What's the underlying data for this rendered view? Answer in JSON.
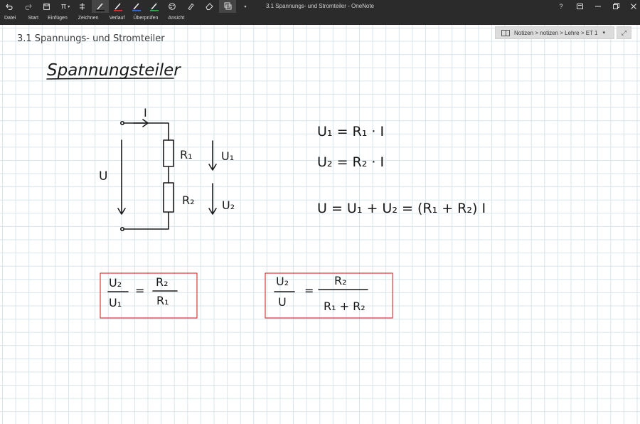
{
  "window": {
    "title": "3.1 Spannungs- und Stromteiler - OneNote"
  },
  "toolbar": {
    "quick_access": [
      {
        "icon": "undo-icon"
      },
      {
        "icon": "redo-icon"
      },
      {
        "icon": "save-icon"
      },
      {
        "icon": "math-pi-icon",
        "label": "π"
      },
      {
        "icon": "lasso-icon"
      }
    ],
    "pens": [
      {
        "name": "black-pen",
        "color": "#111111",
        "active": true
      },
      {
        "name": "red-pen",
        "color": "#e0322c",
        "active": false
      },
      {
        "name": "blue-pen",
        "color": "#2f6fe0",
        "active": false
      },
      {
        "name": "green-pen",
        "color": "#37b24d",
        "active": false
      },
      {
        "name": "highlighter",
        "color": "#f5e14b",
        "active": false
      }
    ]
  },
  "menu": [
    "Datei",
    "Start",
    "Einfügen",
    "Zeichnen",
    "Verlauf",
    "Überprüfen",
    "Ansicht"
  ],
  "window_controls": [
    "help-icon",
    "fullscreen-icon",
    "minimize-icon",
    "maximize-icon",
    "close-icon"
  ],
  "page": {
    "title": "3.1 Spannungs- und Stromteiler",
    "breadcrumb": "Notizen > notizen > Lehre > ET 1"
  },
  "ink": {
    "heading": "Spannungsteiler",
    "circuit": {
      "current": "I",
      "voltage": "U",
      "r1": "R₁",
      "r2": "R₂",
      "u1": "U₁",
      "u2": "U₂"
    },
    "equations": [
      "U₁ = R₁ · I",
      "U₂ = R₂ · I",
      "U = U₁ + U₂ = (R₁ + R₂) I"
    ],
    "boxed": [
      {
        "left_num": "U₂",
        "left_den": "U₁",
        "right_num": "R₂",
        "right_den": "R₁"
      },
      {
        "left_num": "U₂",
        "left_den": "U",
        "right_num": "R₂",
        "right_den": "R₁ + R₂"
      }
    ],
    "box_color": "#d9393b"
  }
}
